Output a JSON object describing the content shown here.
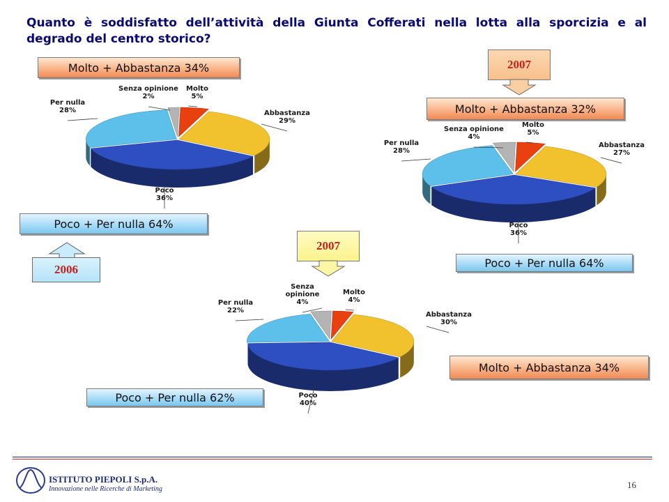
{
  "slide": {
    "title": "Quanto è soddisfatto dell’attività della Giunta Cofferati nella lotta alla sporcizia e al degrado del centro storico?",
    "page_number": "16"
  },
  "boxes": {
    "top_left_positive": "Molto + Abbastanza 34%",
    "top_left_negative": "Poco + Per nulla 64%",
    "right_positive": "Molto + Abbastanza 32%",
    "right_negative": "Poco + Per nulla 64%",
    "bottom_positive": "Molto + Abbastanza 34%",
    "bottom_negative": "Poco + Per nulla 62%"
  },
  "years": {
    "left": "2006",
    "right": "2007",
    "bottom": "2007"
  },
  "footer": {
    "company": "ISTITUTO PIEPOLI S.p.A.",
    "tagline": "Innovazione nelle Ricerche di Marketing"
  },
  "colors": {
    "molto": "#e8400e",
    "abbastanza": "#f2c22e",
    "poco": "#2e4fc2",
    "per_nulla": "#5cc0ea",
    "senza_opinione": "#b4b4b4",
    "year_text": "#c0221f",
    "title": "#0a0a6e"
  },
  "chart_data": [
    {
      "type": "pie",
      "categories": [
        "Molto",
        "Abbastanza",
        "Poco",
        "Per nulla",
        "Senza opinione"
      ],
      "labels": [
        [
          "Molto",
          "5%"
        ],
        [
          "Abbastanza",
          "29%"
        ],
        [
          "Poco",
          "36%"
        ],
        [
          "Per nulla",
          "28%"
        ],
        [
          "Senza opinione",
          "2%"
        ]
      ],
      "values": [
        5,
        29,
        36,
        28,
        2
      ]
    },
    {
      "type": "pie",
      "categories": [
        "Molto",
        "Abbastanza",
        "Poco",
        "Per nulla",
        "Senza opinione"
      ],
      "labels": [
        [
          "Molto",
          "5%"
        ],
        [
          "Abbastanza",
          "27%"
        ],
        [
          "Poco",
          "36%"
        ],
        [
          "Per nulla",
          "28%"
        ],
        [
          "Senza opinione",
          "4%"
        ]
      ],
      "values": [
        5,
        27,
        36,
        28,
        4
      ]
    },
    {
      "type": "pie",
      "categories": [
        "Molto",
        "Abbastanza",
        "Poco",
        "Per nulla",
        "Senza opinione"
      ],
      "labels": [
        [
          "Molto",
          "4%"
        ],
        [
          "Abbastanza",
          "30%"
        ],
        [
          "Poco",
          "40%"
        ],
        [
          "Per nulla",
          "22%"
        ],
        [
          "Senza",
          "opinione",
          "4%"
        ]
      ],
      "values": [
        4,
        30,
        40,
        22,
        4
      ]
    }
  ]
}
